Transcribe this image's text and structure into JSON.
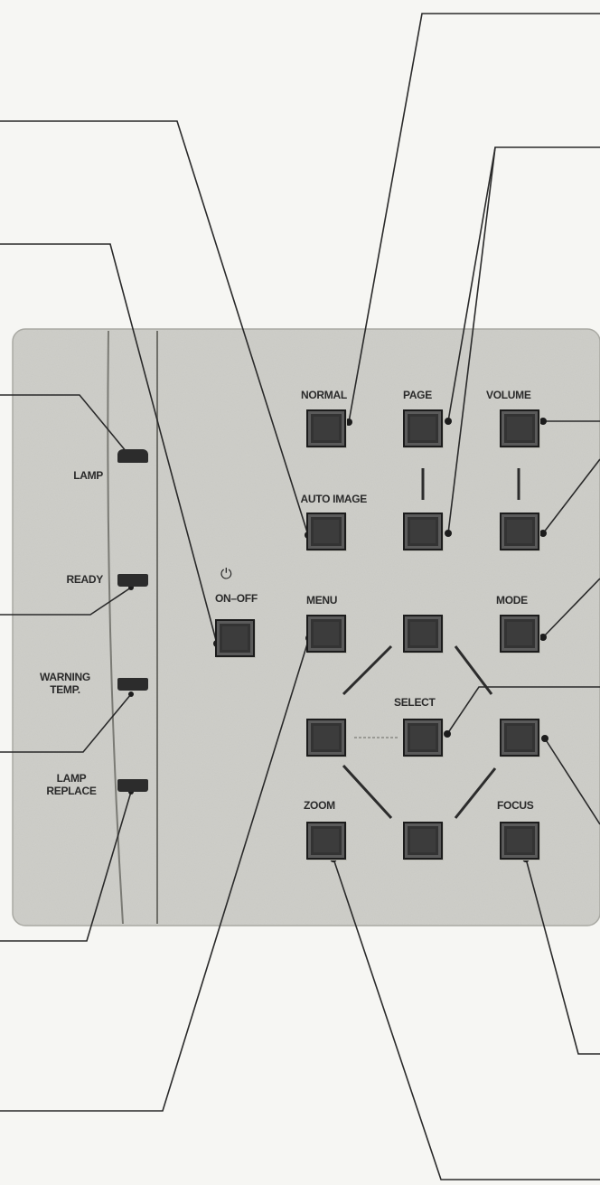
{
  "indicators": {
    "lamp": "LAMP",
    "ready": "READY",
    "warning_temp_line1": "WARNING",
    "warning_temp_line2": "TEMP.",
    "lamp_replace_line1": "LAMP",
    "lamp_replace_line2": "REPLACE"
  },
  "buttons": {
    "on_off": "ON–OFF",
    "normal": "NORMAL",
    "auto_image": "AUTO IMAGE",
    "menu": "MENU",
    "page": "PAGE",
    "volume": "VOLUME",
    "mode": "MODE",
    "select": "SELECT",
    "zoom": "ZOOM",
    "focus": "FOCUS"
  },
  "icons": {
    "power": "power-symbol-icon"
  }
}
